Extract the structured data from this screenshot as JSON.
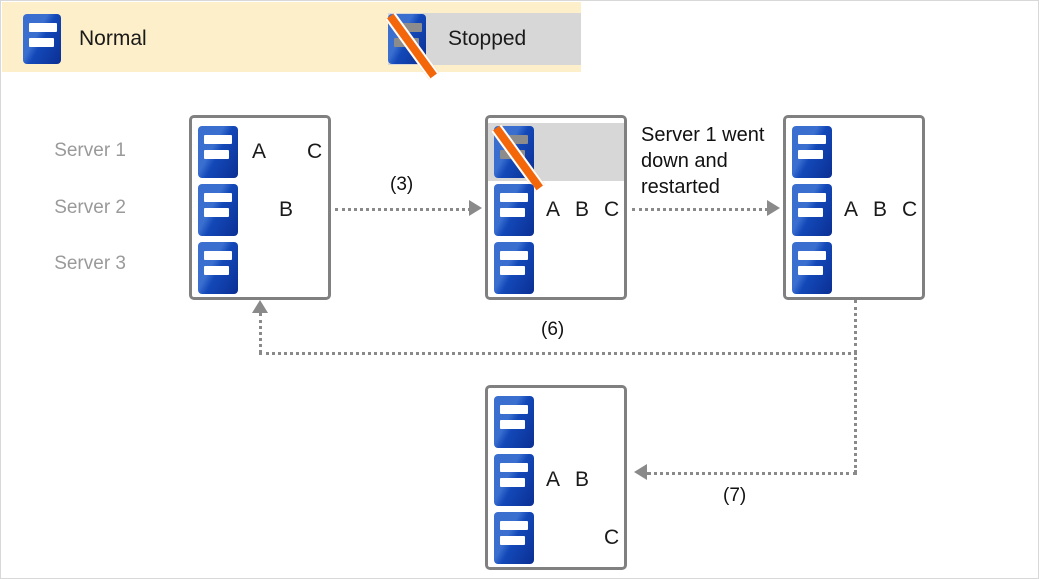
{
  "legend": {
    "items": [
      {
        "icon": "server-icon",
        "label": "Normal",
        "state": "normal"
      },
      {
        "icon": "server-stopped-icon",
        "label": "Stopped",
        "state": "stopped"
      }
    ],
    "band_color": "#fdefc9",
    "chip_color": "#d7d7d7"
  },
  "row_labels": [
    {
      "label": "Server 1"
    },
    {
      "label": "Server 2"
    },
    {
      "label": "Server 3"
    }
  ],
  "nodes": [
    {
      "id": "state-1",
      "rows": [
        {
          "state": "normal",
          "highlight": false,
          "items": [
            "A",
            "C"
          ]
        },
        {
          "state": "normal",
          "highlight": false,
          "items": [
            "B"
          ]
        },
        {
          "state": "normal",
          "highlight": false,
          "items": []
        }
      ]
    },
    {
      "id": "state-2",
      "rows": [
        {
          "state": "stopped",
          "highlight": true,
          "items": []
        },
        {
          "state": "normal",
          "highlight": false,
          "items": [
            "A",
            "B",
            "C"
          ]
        },
        {
          "state": "normal",
          "highlight": false,
          "items": []
        }
      ]
    },
    {
      "id": "state-3",
      "rows": [
        {
          "state": "normal",
          "highlight": false,
          "items": []
        },
        {
          "state": "normal",
          "highlight": false,
          "items": [
            "A",
            "B",
            "C"
          ]
        },
        {
          "state": "normal",
          "highlight": false,
          "items": []
        }
      ]
    },
    {
      "id": "state-4",
      "rows": [
        {
          "state": "normal",
          "highlight": false,
          "items": []
        },
        {
          "state": "normal",
          "highlight": false,
          "items": [
            "A",
            "B"
          ]
        },
        {
          "state": "normal",
          "highlight": false,
          "items": [
            "C"
          ]
        }
      ]
    }
  ],
  "annotation": {
    "text": "Server 1 went down and restarted"
  },
  "edges": [
    {
      "id": "edge-3",
      "label": "(3)"
    },
    {
      "id": "edge-6",
      "label": "(6)"
    },
    {
      "id": "edge-7",
      "label": "(7)"
    }
  ],
  "colors": {
    "server_blue_light": "#3a6fd4",
    "server_blue_dark": "#0b2f93",
    "slash_orange": "#f4660a",
    "box_border": "#808080",
    "connector_gray": "#8a8a8a",
    "row_label_gray": "#9a9a9a",
    "highlight_gray": "#d7d7d7",
    "legend_band": "#fdefc9"
  }
}
